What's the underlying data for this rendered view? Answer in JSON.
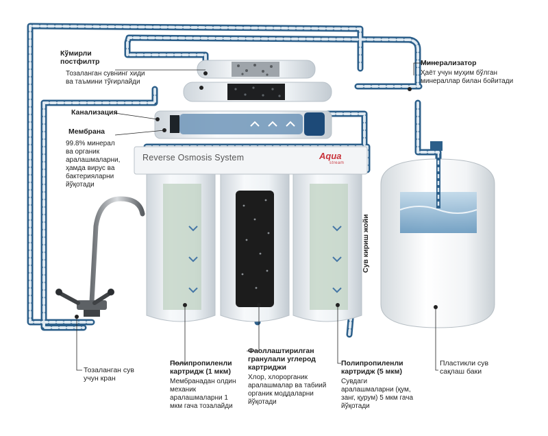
{
  "system": {
    "title": "Reverse Osmosis System",
    "brand": "Aqua",
    "brand_sub": "stream"
  },
  "labels": {
    "postfilter": {
      "title": "Кўмирли постфилтр",
      "desc": "Тозаланган сувнинг хиди ва таъмини тўғирлайди"
    },
    "drain": {
      "title": "Канализация"
    },
    "membrane": {
      "title": "Мембрана",
      "desc": "99.8% минерал ва органик аралашмаларни, ҳамда вирус ва бактерияларни йўқотади"
    },
    "mineralizer": {
      "title": "Минерализатор",
      "desc": "Ҳаёт учун муҳим бўлган минераллар билан бойитади"
    },
    "faucet": {
      "title": "Тозаланган сув учун кран"
    },
    "pp1": {
      "title": "Полипропиленли картридж (1 мкм)",
      "desc": "Мембранадан олдин механик аралашмаларни 1 мкм гача тозалайди"
    },
    "carbon": {
      "title": "Фаоллаштирилган гранулали углерод картриджи",
      "desc": "Хлор, хлорорганик аралашмалар ва табиий органик моддаларни йўқотади"
    },
    "pp5": {
      "title": "Полипропиленли картридж (5 мкм)",
      "desc": "Сувдаги аралашмаларни (қум, занг, қурум) 5 мкм гача йўқотади"
    },
    "tank": {
      "title": "Пластикли сув сақлаш баки"
    },
    "inlet": {
      "title": "Сув кириш жойи"
    }
  },
  "colors": {
    "pipe": "#2c5f8a",
    "pipe_light": "#d9e6f0",
    "housing": "#eef1f4",
    "carbon": "#1c1c1c",
    "water": "#8fb8d6",
    "brand": "#c8323a",
    "leader": "#222222"
  },
  "icons": [
    "faucet-icon",
    "flow-arrow-icon",
    "water-tank-icon"
  ]
}
